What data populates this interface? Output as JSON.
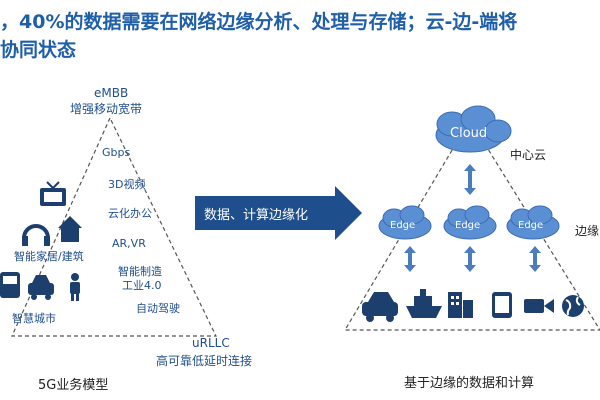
{
  "title": {
    "line1": "，40%的数据需要在网络边缘分析、处理与存储；云-边-端将",
    "line2": "协同状态"
  },
  "left": {
    "top_label": "eMBB",
    "top_sub": "增强移动宽带",
    "items": [
      "Gbps",
      "3D视频",
      "云化办公",
      "AR,VR",
      "智能制造",
      "工业4.0",
      "自动驾驶"
    ],
    "smart_home": "智能家居/建筑",
    "smart_city": "智慧城市",
    "bottom_label": "uRLLC",
    "bottom_sub": "高可靠低延时连接",
    "caption": "5G业务模型"
  },
  "arrow": {
    "label": "数据、计算边缘化"
  },
  "right": {
    "cloud": "Cloud",
    "center_cloud": "中心云",
    "edges": [
      "Edge",
      "Edge",
      "Edge"
    ],
    "edge_side": "边缘",
    "caption": "基于边缘的数据和计算"
  },
  "icons": [
    "tv-icon",
    "headphones-icon",
    "house-icon",
    "bus-icon",
    "car-icon",
    "person-icon",
    "car-icon",
    "ship-icon",
    "building-icon",
    "tablet-icon",
    "camera-icon",
    "globe-icon"
  ],
  "colors": {
    "accent": "#1f5fa8",
    "icon": "#1c3f6e",
    "cloud": "#5b8fd3",
    "arrow": "#1f4e8c"
  }
}
